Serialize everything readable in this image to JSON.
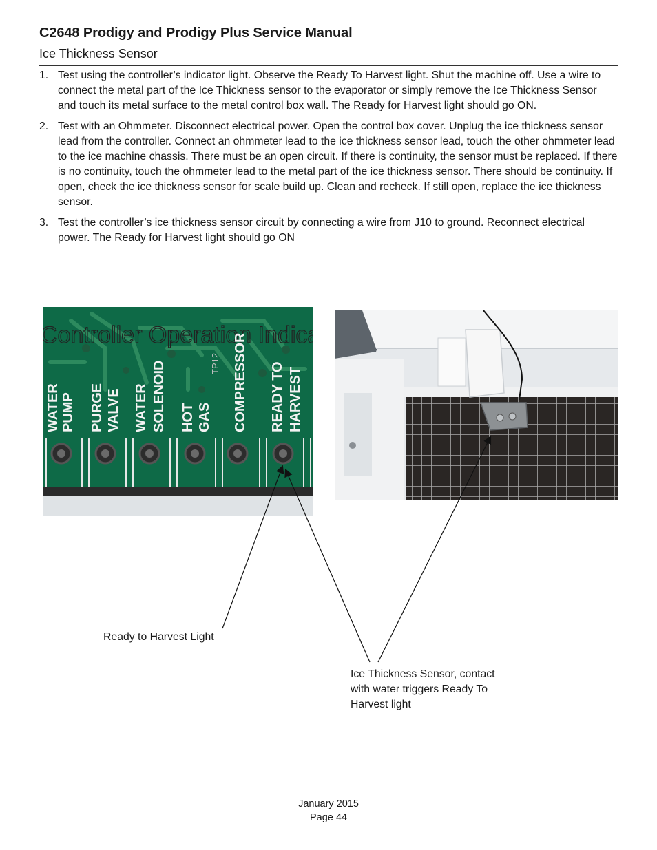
{
  "header": {
    "title": "C2648 Prodigy and Prodigy Plus Service Manual",
    "section": "Ice Thickness Sensor"
  },
  "steps": [
    {
      "number": "1.",
      "text": "Test using the controller’s indicator light. Observe the Ready To Harvest light. Shut the machine off. Use a wire to connect the metal part of the Ice Thickness sensor to the evaporator or simply remove the Ice Thickness Sensor and touch its metal surface to the metal control box wall. The Ready for Harvest light should go ON."
    },
    {
      "number": "2.",
      "text": "Test with an Ohmmeter. Disconnect electrical power. Open the control box cover. Unplug the ice thickness sensor lead from the controller. Connect an ohmmeter lead to the ice thickness sensor lead, touch the other ohmmeter lead to the ice machine chassis. There must be an open circuit. If there is continuity, the sensor must be replaced. If there is no continuity, touch the ohmmeter lead to the metal part of the ice thickness sensor. There should be continuity. If open, check the ice thickness sensor for scale build up. Clean and recheck. If still open, replace the ice thickness sensor."
    },
    {
      "number": "3.",
      "text": "Test the controller’s ice thickness sensor circuit by connecting a wire from J10 to ground. Reconnect electrical power. The Ready for Harvest light should go ON"
    }
  ],
  "board_photo": {
    "banner_text": "Controller Operation Indica",
    "test_point": "TP12",
    "light_labels": [
      [
        "WATER",
        "PUMP"
      ],
      [
        "PURGE",
        "VALVE"
      ],
      [
        "WATER",
        "SOLENOID"
      ],
      [
        "HOT",
        "GAS"
      ],
      [
        "COMPRESSOR"
      ],
      [
        "READY TO",
        "HARVEST"
      ]
    ]
  },
  "callouts": {
    "ready_light": "Ready to Harvest Light",
    "sensor": "Ice Thickness Sensor, contact with water triggers Ready To Harvest light"
  },
  "footer": {
    "date": "January 2015",
    "page": "Page 44"
  },
  "colors": {
    "board_green": "#0e6a47",
    "trace_green": "#2d8a5e",
    "silkscreen": "#f2f2f2"
  }
}
